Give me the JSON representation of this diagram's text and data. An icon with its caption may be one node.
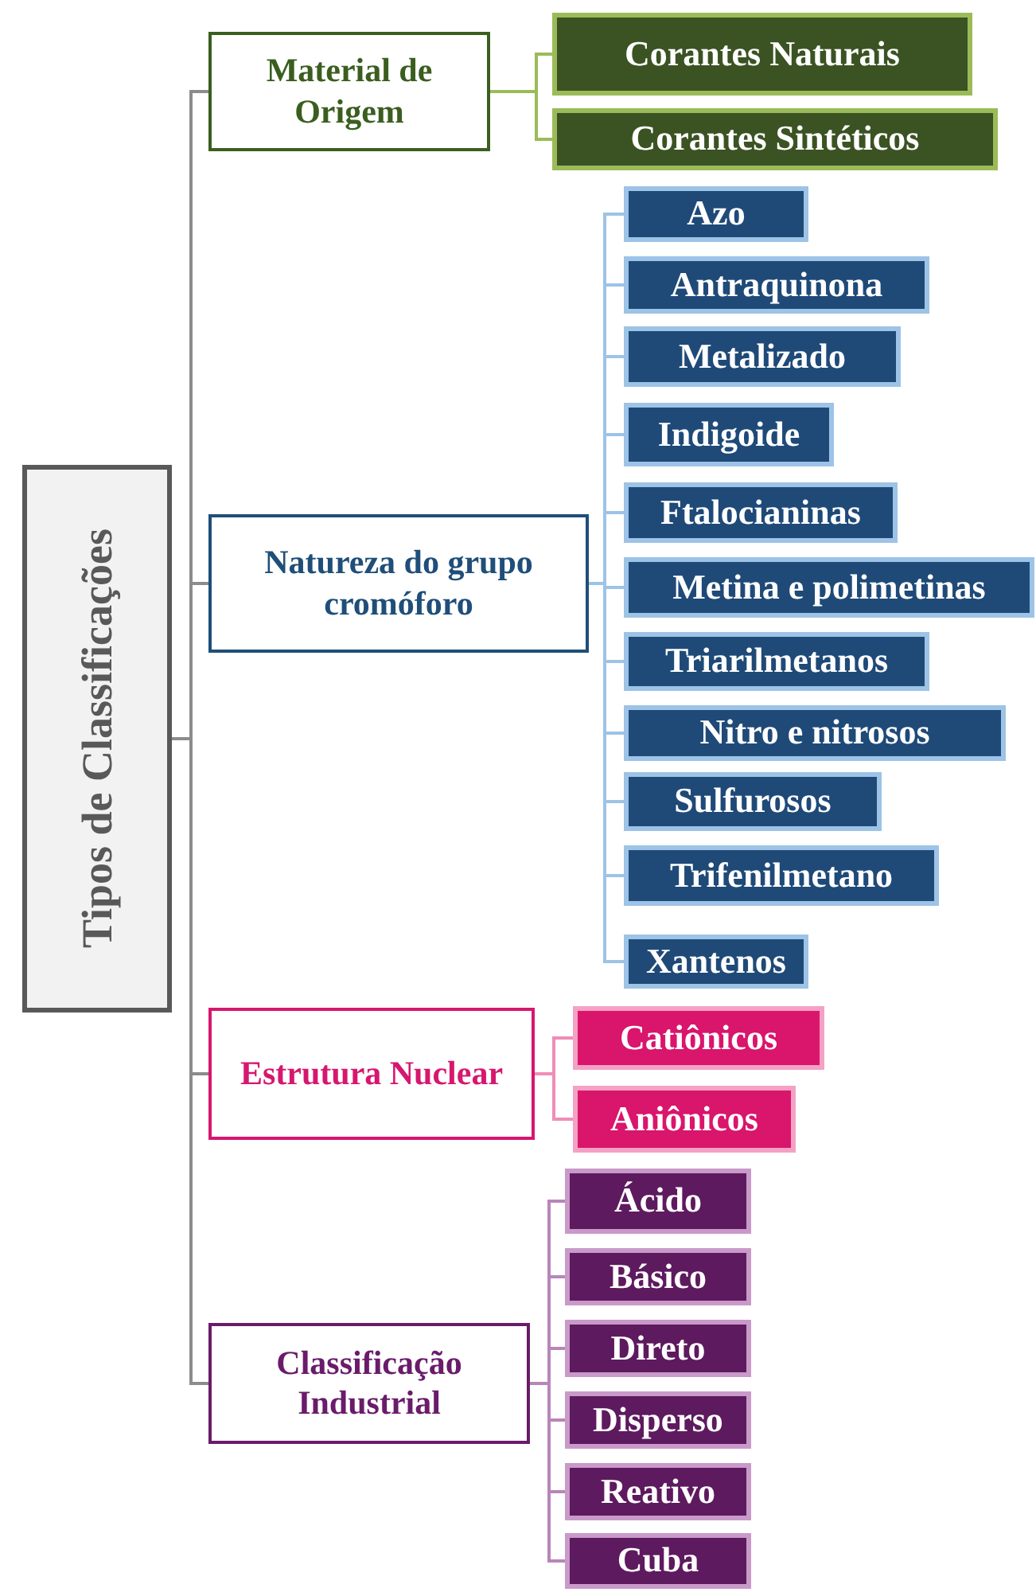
{
  "diagram": {
    "nodes": [
      {
        "text": [
          "Tipos de Classificações"
        ]
      },
      {
        "text": [
          "Material de Origem"
        ]
      },
      {
        "text": [
          "Corantes Naturais"
        ]
      },
      {
        "text": [
          "Corantes Sintéticos"
        ]
      },
      {
        "text": [
          "Natureza do grupo cromóforo"
        ]
      },
      {
        "text": [
          "Azo"
        ]
      },
      {
        "text": [
          "Antraquinona"
        ]
      },
      {
        "text": [
          "Metalizado"
        ]
      },
      {
        "text": [
          "Indigoide"
        ]
      },
      {
        "text": [
          "Ftalocianinas"
        ]
      },
      {
        "text": [
          "Metina e polimetinas"
        ]
      },
      {
        "text": [
          "Triarilmetanos"
        ]
      },
      {
        "text": [
          "Nitro e nitrosos"
        ]
      },
      {
        "text": [
          "Sulfurosos"
        ]
      },
      {
        "text": [
          "Trifenilmetano"
        ]
      },
      {
        "text": [
          "Xantenos"
        ]
      },
      {
        "text": [
          "Estrutura Nuclear"
        ]
      },
      {
        "text": [
          "Catiônicos"
        ]
      },
      {
        "text": [
          "Aniônicos"
        ]
      },
      {
        "text": [
          "Classificação Industrial"
        ]
      },
      {
        "text": [
          "Ácido"
        ]
      },
      {
        "text": [
          "Básico"
        ]
      },
      {
        "text": [
          "Direto"
        ]
      },
      {
        "text": [
          "Disperso"
        ]
      },
      {
        "text": [
          "Reativo"
        ]
      },
      {
        "text": [
          "Cuba"
        ]
      }
    ],
    "edges": [
      {
        "from": 0,
        "to": 1,
        "arrow": "none",
        "color": "#8c8c8c"
      },
      {
        "from": 0,
        "to": 4,
        "arrow": "none",
        "color": "#8c8c8c"
      },
      {
        "from": 0,
        "to": 16,
        "arrow": "none",
        "color": "#8c8c8c"
      },
      {
        "from": 0,
        "to": 19,
        "arrow": "none",
        "color": "#8c8c8c"
      },
      {
        "from": 1,
        "to": 2,
        "arrow": "none",
        "color": "#9bbb59"
      },
      {
        "from": 1,
        "to": 3,
        "arrow": "none",
        "color": "#9bbb59"
      },
      {
        "from": 4,
        "to": 5,
        "arrow": "none"
      },
      {
        "from": 4,
        "to": 6,
        "arrow": "none"
      },
      {
        "from": 4,
        "to": 7,
        "arrow": "none"
      },
      {
        "from": 4,
        "to": 8,
        "arrow": "none"
      },
      {
        "from": 4,
        "to": 9,
        "arrow": "none"
      },
      {
        "from": 4,
        "to": 10,
        "arrow": "none"
      },
      {
        "from": 4,
        "to": 11,
        "arrow": "none"
      },
      {
        "from": 4,
        "to": 12,
        "arrow": "none"
      },
      {
        "from": 4,
        "to": 13,
        "arrow": "none"
      },
      {
        "from": 4,
        "to": 14,
        "arrow": "none"
      },
      {
        "from": 4,
        "to": 15,
        "arrow": "none"
      },
      {
        "from": 16,
        "to": 17,
        "arrow": "none",
        "color": "#f08cb8"
      },
      {
        "from": 16,
        "to": 18,
        "arrow": "none",
        "color": "#f08cb8"
      },
      {
        "from": 19,
        "to": 20,
        "arrow": "none",
        "color": "#b985b9"
      },
      {
        "from": 19,
        "to": 21,
        "arrow": "none",
        "color": "#b985b9"
      },
      {
        "from": 19,
        "to": 22,
        "arrow": "none",
        "color": "#b985b9"
      },
      {
        "from": 19,
        "to": 23,
        "arrow": "none",
        "color": "#b985b9"
      },
      {
        "from": 19,
        "to": 24,
        "arrow": "none",
        "color": "#b985b9"
      },
      {
        "from": 19,
        "to": 25,
        "arrow": "none",
        "color": "#b985b9"
      }
    ]
  }
}
